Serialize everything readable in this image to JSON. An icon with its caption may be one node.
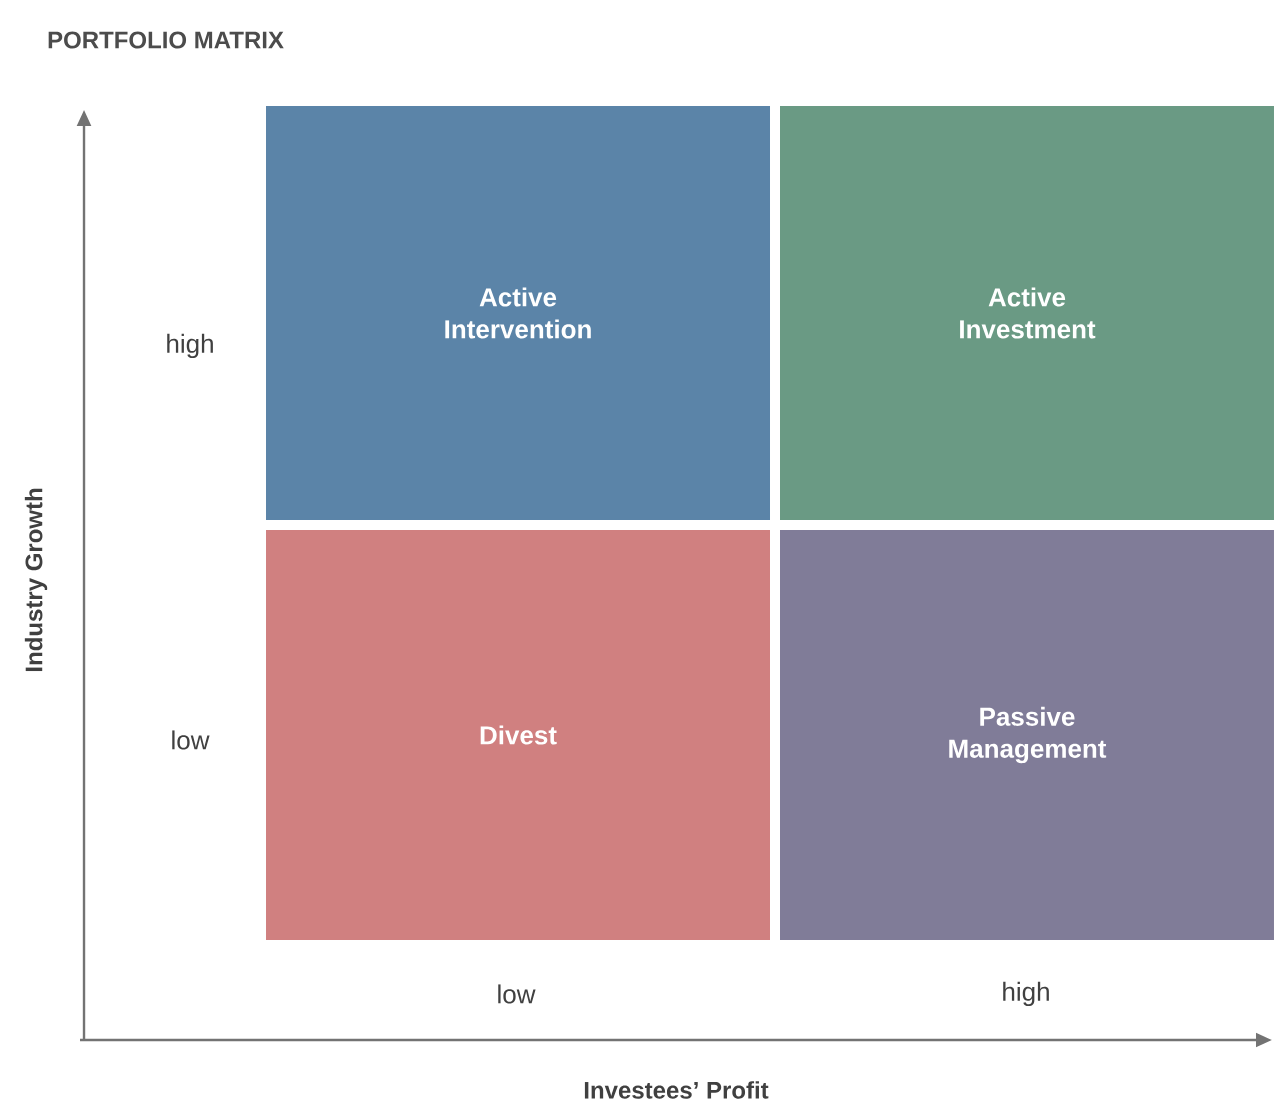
{
  "diagram": {
    "title": "PORTFOLIO MATRIX",
    "nodes": [
      {
        "text": [
          "Active Intervention"
        ]
      },
      {
        "text": [
          "Active Investment"
        ]
      },
      {
        "text": [
          "Divest"
        ]
      },
      {
        "text": [
          "Passive Management"
        ]
      }
    ],
    "labels": [
      "high",
      "Industry Growth",
      "low",
      "low",
      "high",
      "Investees’ Profit"
    ]
  }
}
